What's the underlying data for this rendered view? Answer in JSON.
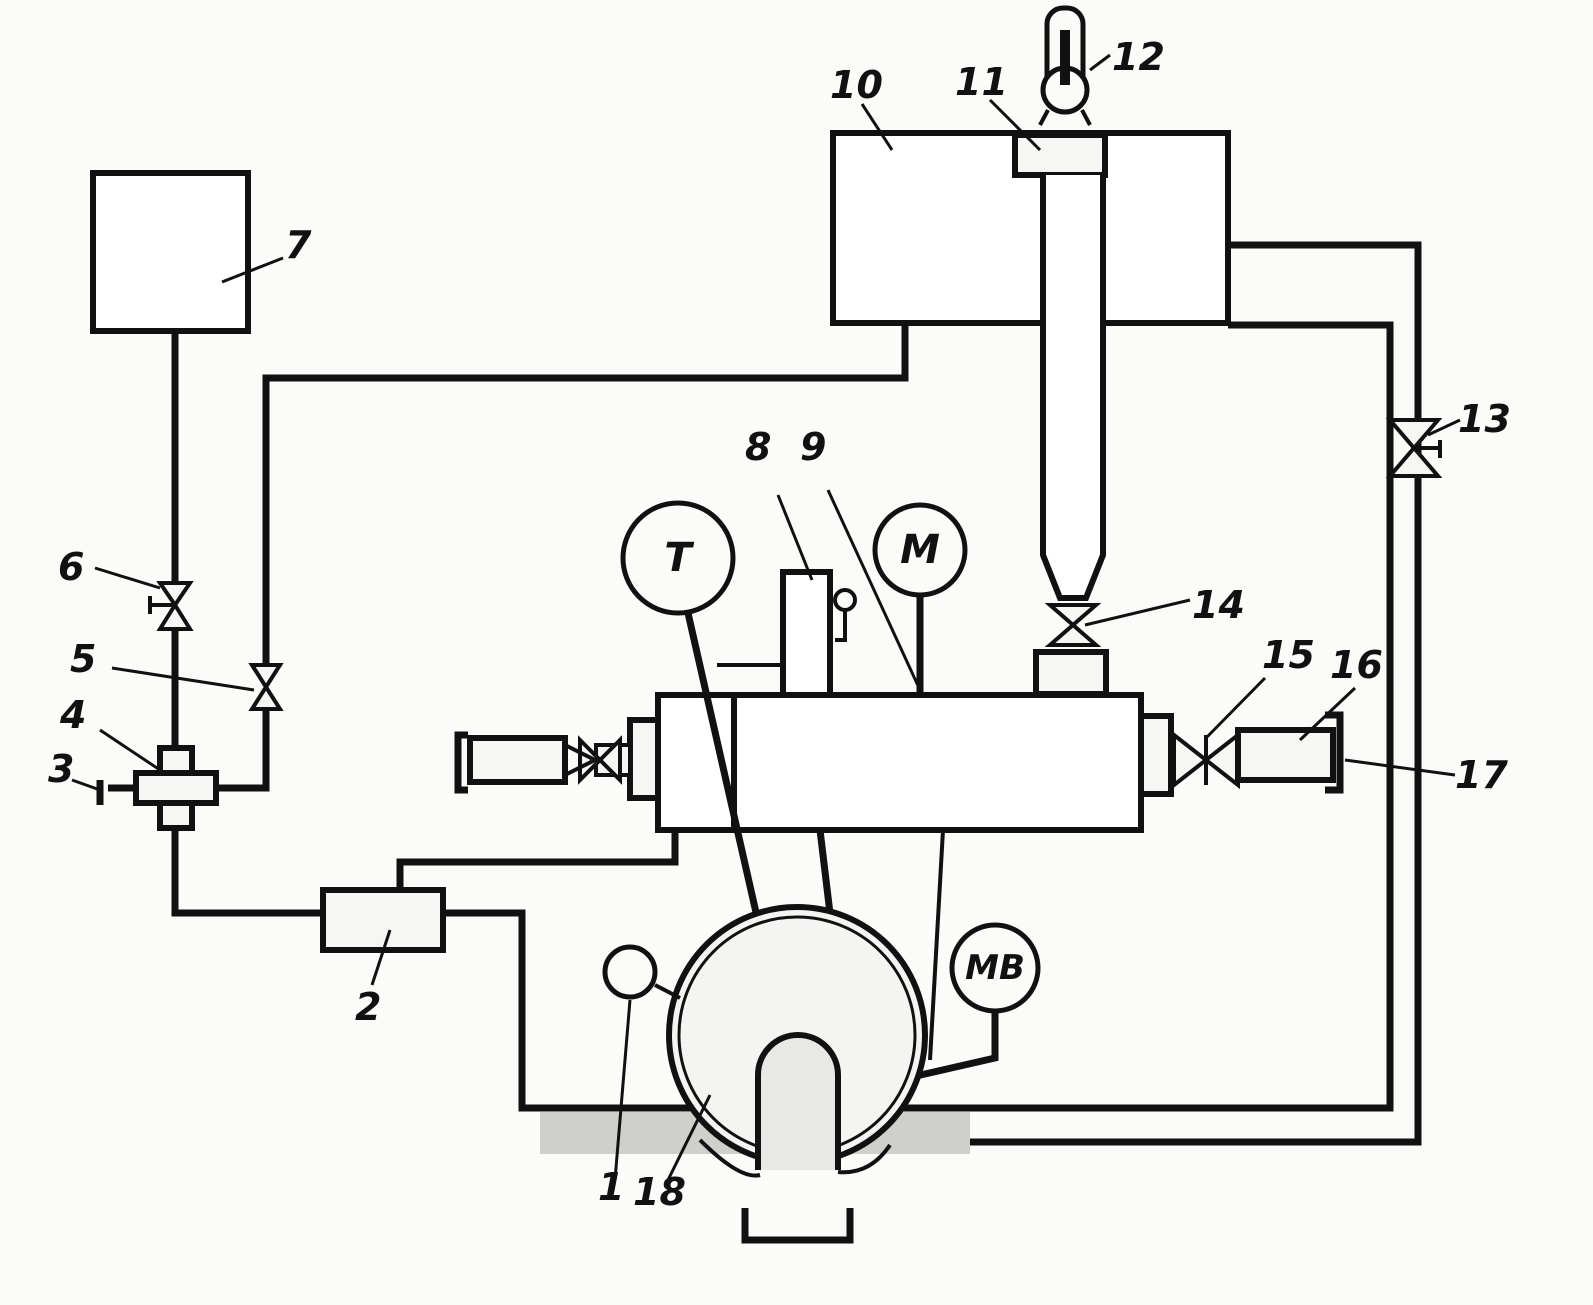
{
  "labels": {
    "n1": "1",
    "n2": "2",
    "n3": "3",
    "n4": "4",
    "n5": "5",
    "n6": "6",
    "n7": "7",
    "n8": "8",
    "n9": "9",
    "n10": "10",
    "n11": "11",
    "n12": "12",
    "n13": "13",
    "n14": "14",
    "n15": "15",
    "n16": "16",
    "n17": "17",
    "n18": "18"
  },
  "gauges": {
    "t": "T",
    "m": "M",
    "mv": "MB"
  },
  "colors": {
    "ink": "#111111",
    "paper": "#fbfbf9",
    "shade": "#cfcfcc"
  }
}
